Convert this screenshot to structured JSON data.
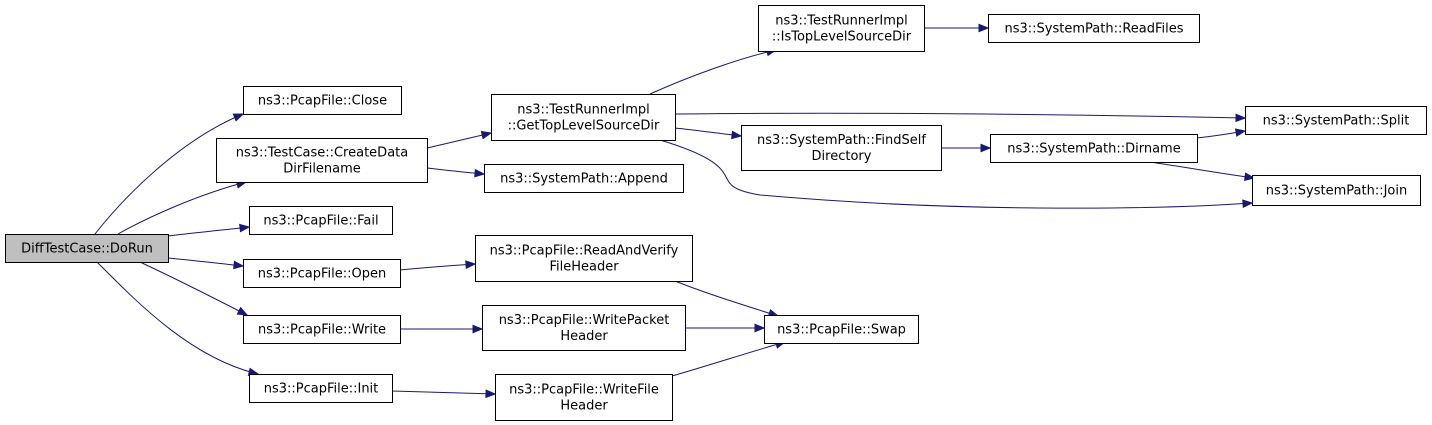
{
  "colors": {
    "edge": "#191970",
    "root_fill": "#bfbfbf",
    "node_fill": "#ffffff",
    "node_border": "#000000"
  },
  "nodes": [
    {
      "id": "root",
      "lines": [
        "DiffTestCase::DoRun"
      ],
      "root": true
    },
    {
      "id": "close",
      "lines": [
        "ns3::PcapFile::Close"
      ]
    },
    {
      "id": "createdata",
      "lines": [
        "ns3::TestCase::CreateData",
        "DirFilename"
      ]
    },
    {
      "id": "fail",
      "lines": [
        "ns3::PcapFile::Fail"
      ]
    },
    {
      "id": "open",
      "lines": [
        "ns3::PcapFile::Open"
      ]
    },
    {
      "id": "write",
      "lines": [
        "ns3::PcapFile::Write"
      ]
    },
    {
      "id": "init",
      "lines": [
        "ns3::PcapFile::Init"
      ]
    },
    {
      "id": "gettop",
      "lines": [
        "ns3::TestRunnerImpl",
        "::GetTopLevelSourceDir"
      ]
    },
    {
      "id": "append",
      "lines": [
        "ns3::SystemPath::Append"
      ]
    },
    {
      "id": "readverify",
      "lines": [
        "ns3::PcapFile::ReadAndVerify",
        "FileHeader"
      ]
    },
    {
      "id": "writepacket",
      "lines": [
        "ns3::PcapFile::WritePacket",
        "Header"
      ]
    },
    {
      "id": "writefile",
      "lines": [
        "ns3::PcapFile::WriteFile",
        "Header"
      ]
    },
    {
      "id": "istop",
      "lines": [
        "ns3::TestRunnerImpl",
        "::IsTopLevelSourceDir"
      ]
    },
    {
      "id": "findself",
      "lines": [
        "ns3::SystemPath::FindSelf",
        "Directory"
      ]
    },
    {
      "id": "swap",
      "lines": [
        "ns3::PcapFile::Swap"
      ]
    },
    {
      "id": "readfiles",
      "lines": [
        "ns3::SystemPath::ReadFiles"
      ]
    },
    {
      "id": "dirname",
      "lines": [
        "ns3::SystemPath::Dirname"
      ]
    },
    {
      "id": "split",
      "lines": [
        "ns3::SystemPath::Split"
      ]
    },
    {
      "id": "join",
      "lines": [
        "ns3::SystemPath::Join"
      ]
    }
  ],
  "edges": [
    {
      "from": "root",
      "to": "close"
    },
    {
      "from": "root",
      "to": "createdata"
    },
    {
      "from": "root",
      "to": "fail"
    },
    {
      "from": "root",
      "to": "open"
    },
    {
      "from": "root",
      "to": "write"
    },
    {
      "from": "root",
      "to": "init"
    },
    {
      "from": "createdata",
      "to": "gettop"
    },
    {
      "from": "createdata",
      "to": "append"
    },
    {
      "from": "gettop",
      "to": "istop"
    },
    {
      "from": "gettop",
      "to": "split"
    },
    {
      "from": "gettop",
      "to": "findself"
    },
    {
      "from": "gettop",
      "to": "join"
    },
    {
      "from": "istop",
      "to": "readfiles"
    },
    {
      "from": "findself",
      "to": "dirname"
    },
    {
      "from": "dirname",
      "to": "split"
    },
    {
      "from": "dirname",
      "to": "join"
    },
    {
      "from": "open",
      "to": "readverify"
    },
    {
      "from": "readverify",
      "to": "swap"
    },
    {
      "from": "write",
      "to": "writepacket"
    },
    {
      "from": "writepacket",
      "to": "swap"
    },
    {
      "from": "init",
      "to": "writefile"
    },
    {
      "from": "writefile",
      "to": "swap"
    }
  ]
}
